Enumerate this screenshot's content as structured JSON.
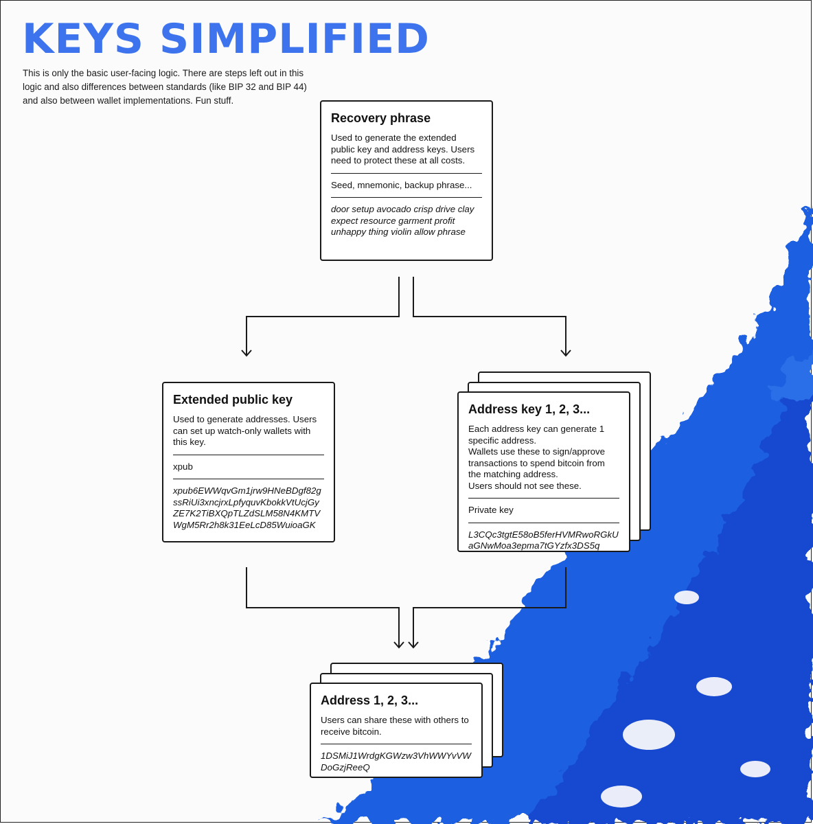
{
  "title": "KEYS SIMPLIFIED",
  "intro": "This is only the basic user-facing logic. There are steps left out in this logic and also differences between standards (like BIP 32 and BIP 44) and also between wallet implementations. Fun stuff.",
  "colors": {
    "accent": "#3d74ee",
    "paint": "#1f5fe0",
    "border": "#1a1a1a"
  },
  "recovery": {
    "title": "Recovery phrase",
    "description": "Used to generate the extended public key and address keys. Users need to protect these at all costs.",
    "alias": "Seed, mnemonic, backup phrase...",
    "example": "door setup avocado crisp drive clay expect resource garment profit unhappy thing violin allow phrase"
  },
  "xpub": {
    "title": "Extended public key",
    "description": "Used to generate addresses. Users can set up watch-only wallets with this key.",
    "alias": "xpub",
    "example": "xpub6EWWqvGm1jrw9HNeBDgf82gssRiUi3xncjrxLpfyquvKbokkVtUcjGyZE7K2TiBXQpTLZdSLM58N4KMTVWgM5Rr2h8k31EeLcD85WuioaGK"
  },
  "address_key": {
    "title": "Address key 1, 2, 3...",
    "description": "Each address key can generate 1 specific address.\nWallets use these to sign/approve transactions to spend bitcoin from the matching address.\nUsers should not see these.",
    "alias": "Private key",
    "example": "L3CQc3tgtE58oB5ferHVMRwoRGkUaGNwMoa3epma7tGYzfx3DS5q"
  },
  "address": {
    "title": "Address 1, 2, 3...",
    "description": "Users can share these with others to receive bitcoin.",
    "example": "1DSMiJ1WrdgKGWzw3VhWWYvVWDoGzjReeQ"
  }
}
